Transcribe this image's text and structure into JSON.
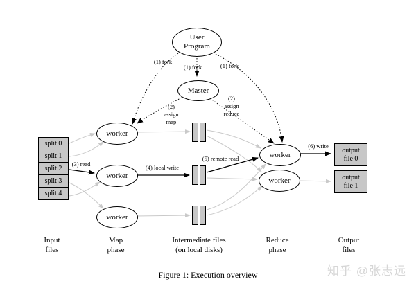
{
  "figure": {
    "caption": "Figure 1: Execution overview"
  },
  "watermark": "知乎 @张志远",
  "nodes": {
    "user_program": "User\nProgram",
    "master": "Master",
    "map_workers": [
      "worker",
      "worker",
      "worker"
    ],
    "reduce_workers": [
      "worker",
      "worker"
    ]
  },
  "inputs": {
    "splits": [
      "split 0",
      "split 1",
      "split 2",
      "split 3",
      "split 4"
    ]
  },
  "outputs": [
    "output\nfile 0",
    "output\nfile 1"
  ],
  "edge_labels": {
    "fork_left": "(1) fork",
    "fork_mid": "(1) fork",
    "fork_right": "(1) fork",
    "assign_map": "(2)\nassign\nmap",
    "assign_reduce": "(2)\nassign\nreduce",
    "read": "(3) read",
    "local_write": "(4) local write",
    "remote_read": "(5) remote read",
    "write": "(6) write"
  },
  "phases": [
    "Input\nfiles",
    "Map\nphase",
    "Intermediate files\n(on local disks)",
    "Reduce\nphase",
    "Output\nfiles"
  ],
  "icons": {
    "intermediate_file": "double-bar-disk-file-icon"
  },
  "colors": {
    "box-fill": "#c7c7c7",
    "line-gray": "#c9c9c9",
    "ink": "#000000",
    "watermark-gray": "#d6d6d6"
  }
}
